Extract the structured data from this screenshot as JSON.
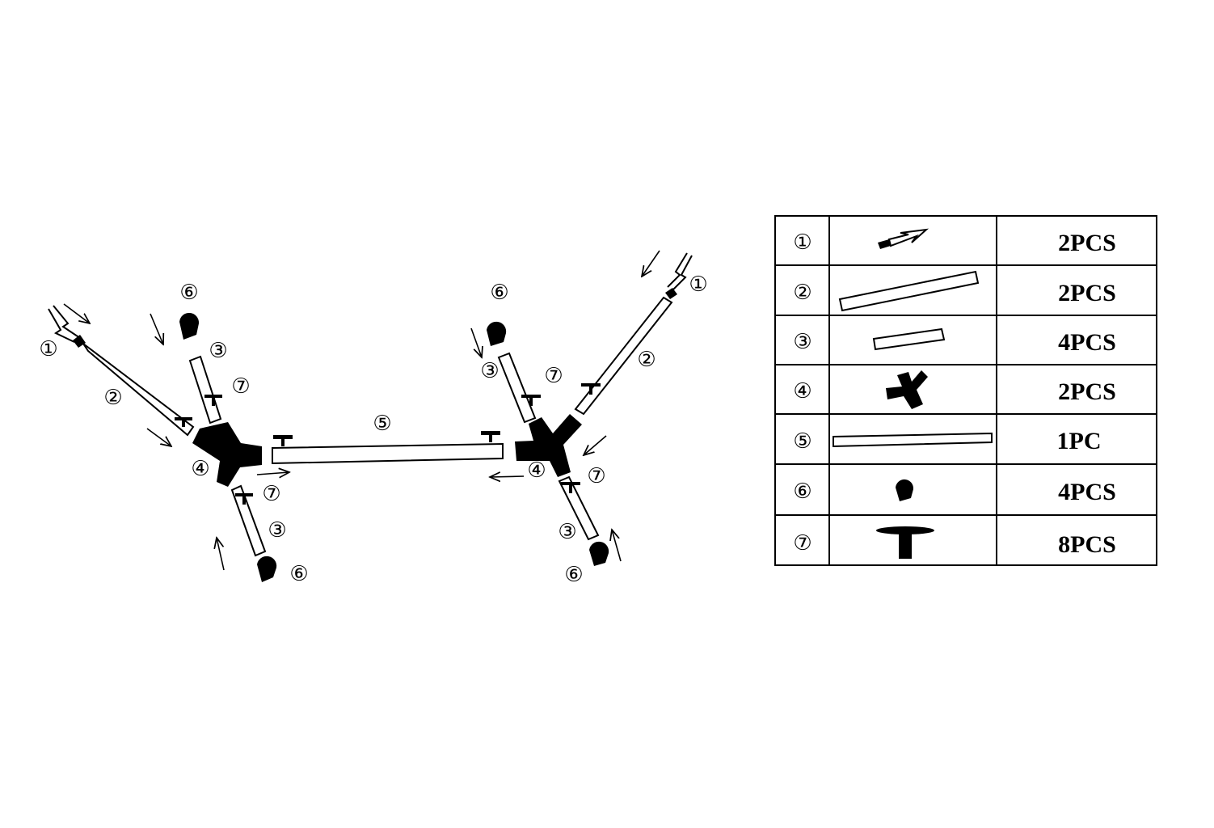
{
  "callouts": {
    "c1": "①",
    "c2": "②",
    "c3": "③",
    "c4": "④",
    "c5": "⑤",
    "c6": "⑥",
    "c7": "⑦"
  },
  "parts_table": {
    "rows": [
      {
        "num": "①",
        "qty": "2PCS"
      },
      {
        "num": "②",
        "qty": "2PCS"
      },
      {
        "num": "③",
        "qty": "4PCS"
      },
      {
        "num": "④",
        "qty": "2PCS"
      },
      {
        "num": "⑤",
        "qty": "1PC"
      },
      {
        "num": "⑥",
        "qty": "4PCS"
      },
      {
        "num": "⑦",
        "qty": "8PCS"
      }
    ]
  }
}
